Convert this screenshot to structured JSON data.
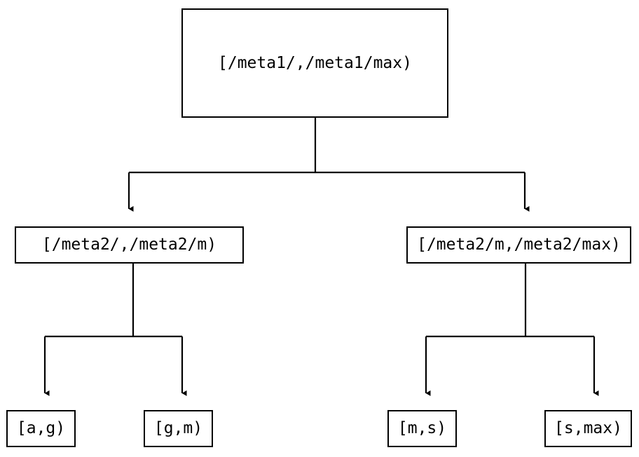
{
  "diagram": {
    "type": "tree",
    "title_visible": false,
    "background_color": "#ffffff",
    "stroke_color": "#000000",
    "text_color": "#000000",
    "nodes": {
      "root": {
        "label": "[/meta1/,/meta1/max)"
      },
      "level2": {
        "left": {
          "label": "[/meta2/,/meta2/m)"
        },
        "right": {
          "label": "[/meta2/m,/meta2/max)"
        }
      },
      "leaves": {
        "a_g": {
          "label": "[a,g)"
        },
        "g_m": {
          "label": "[g,m)"
        },
        "m_s": {
          "label": "[m,s)"
        },
        "s_max": {
          "label": "[s,max)"
        }
      }
    },
    "edges": [
      {
        "from": "root",
        "to": "level2.left",
        "arrow": "down"
      },
      {
        "from": "root",
        "to": "level2.right",
        "arrow": "down"
      },
      {
        "from": "level2.left",
        "to": "leaves.a_g",
        "arrow": "down"
      },
      {
        "from": "level2.left",
        "to": "leaves.g_m",
        "arrow": "down"
      },
      {
        "from": "level2.right",
        "to": "leaves.m_s",
        "arrow": "down"
      },
      {
        "from": "level2.right",
        "to": "leaves.s_max",
        "arrow": "down"
      }
    ]
  }
}
